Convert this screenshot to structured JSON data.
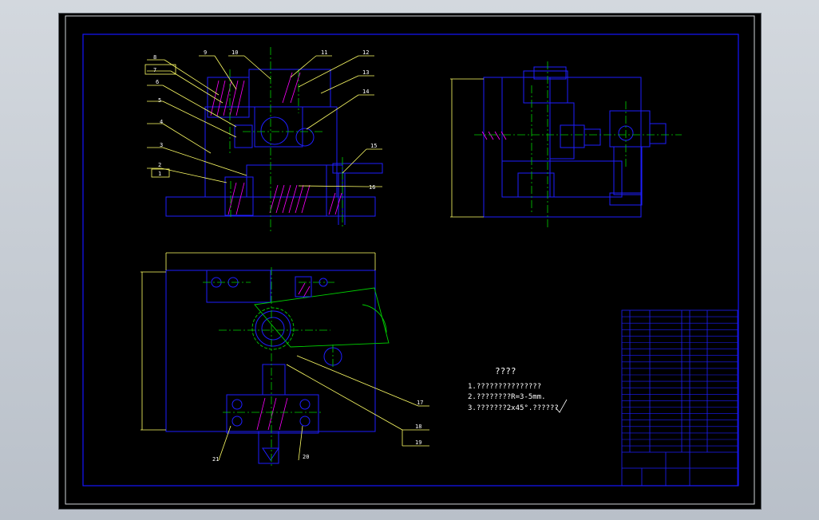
{
  "colors": {
    "background": "#000000",
    "frame": "#1414ff",
    "part": "#1e1eff",
    "centerline": "#00d000",
    "leader": "#ffff66",
    "text": "#ffffff",
    "hatch": "#ff00ff",
    "window_bg": "#c6ccd4"
  },
  "balloons": {
    "b1": "1",
    "b2": "2",
    "b3": "3",
    "b4": "4",
    "b5": "5",
    "b6": "6",
    "b7": "7",
    "b8": "8",
    "b9": "9",
    "b10": "10",
    "b11": "11",
    "b12": "12",
    "b13": "13",
    "b14": "14",
    "b15": "15",
    "b16": "16",
    "b17": "17",
    "b18": "18",
    "b19": "19",
    "b20": "20",
    "b21": "21"
  },
  "tech_notes": {
    "title": "????",
    "line1": "1.???????????????",
    "line2": "2.????????R=3-5mm.",
    "line3": "3.???????2x45°.??????"
  },
  "icons": {
    "balloon": "leader-balloon",
    "centerline": "centerline-icon"
  }
}
